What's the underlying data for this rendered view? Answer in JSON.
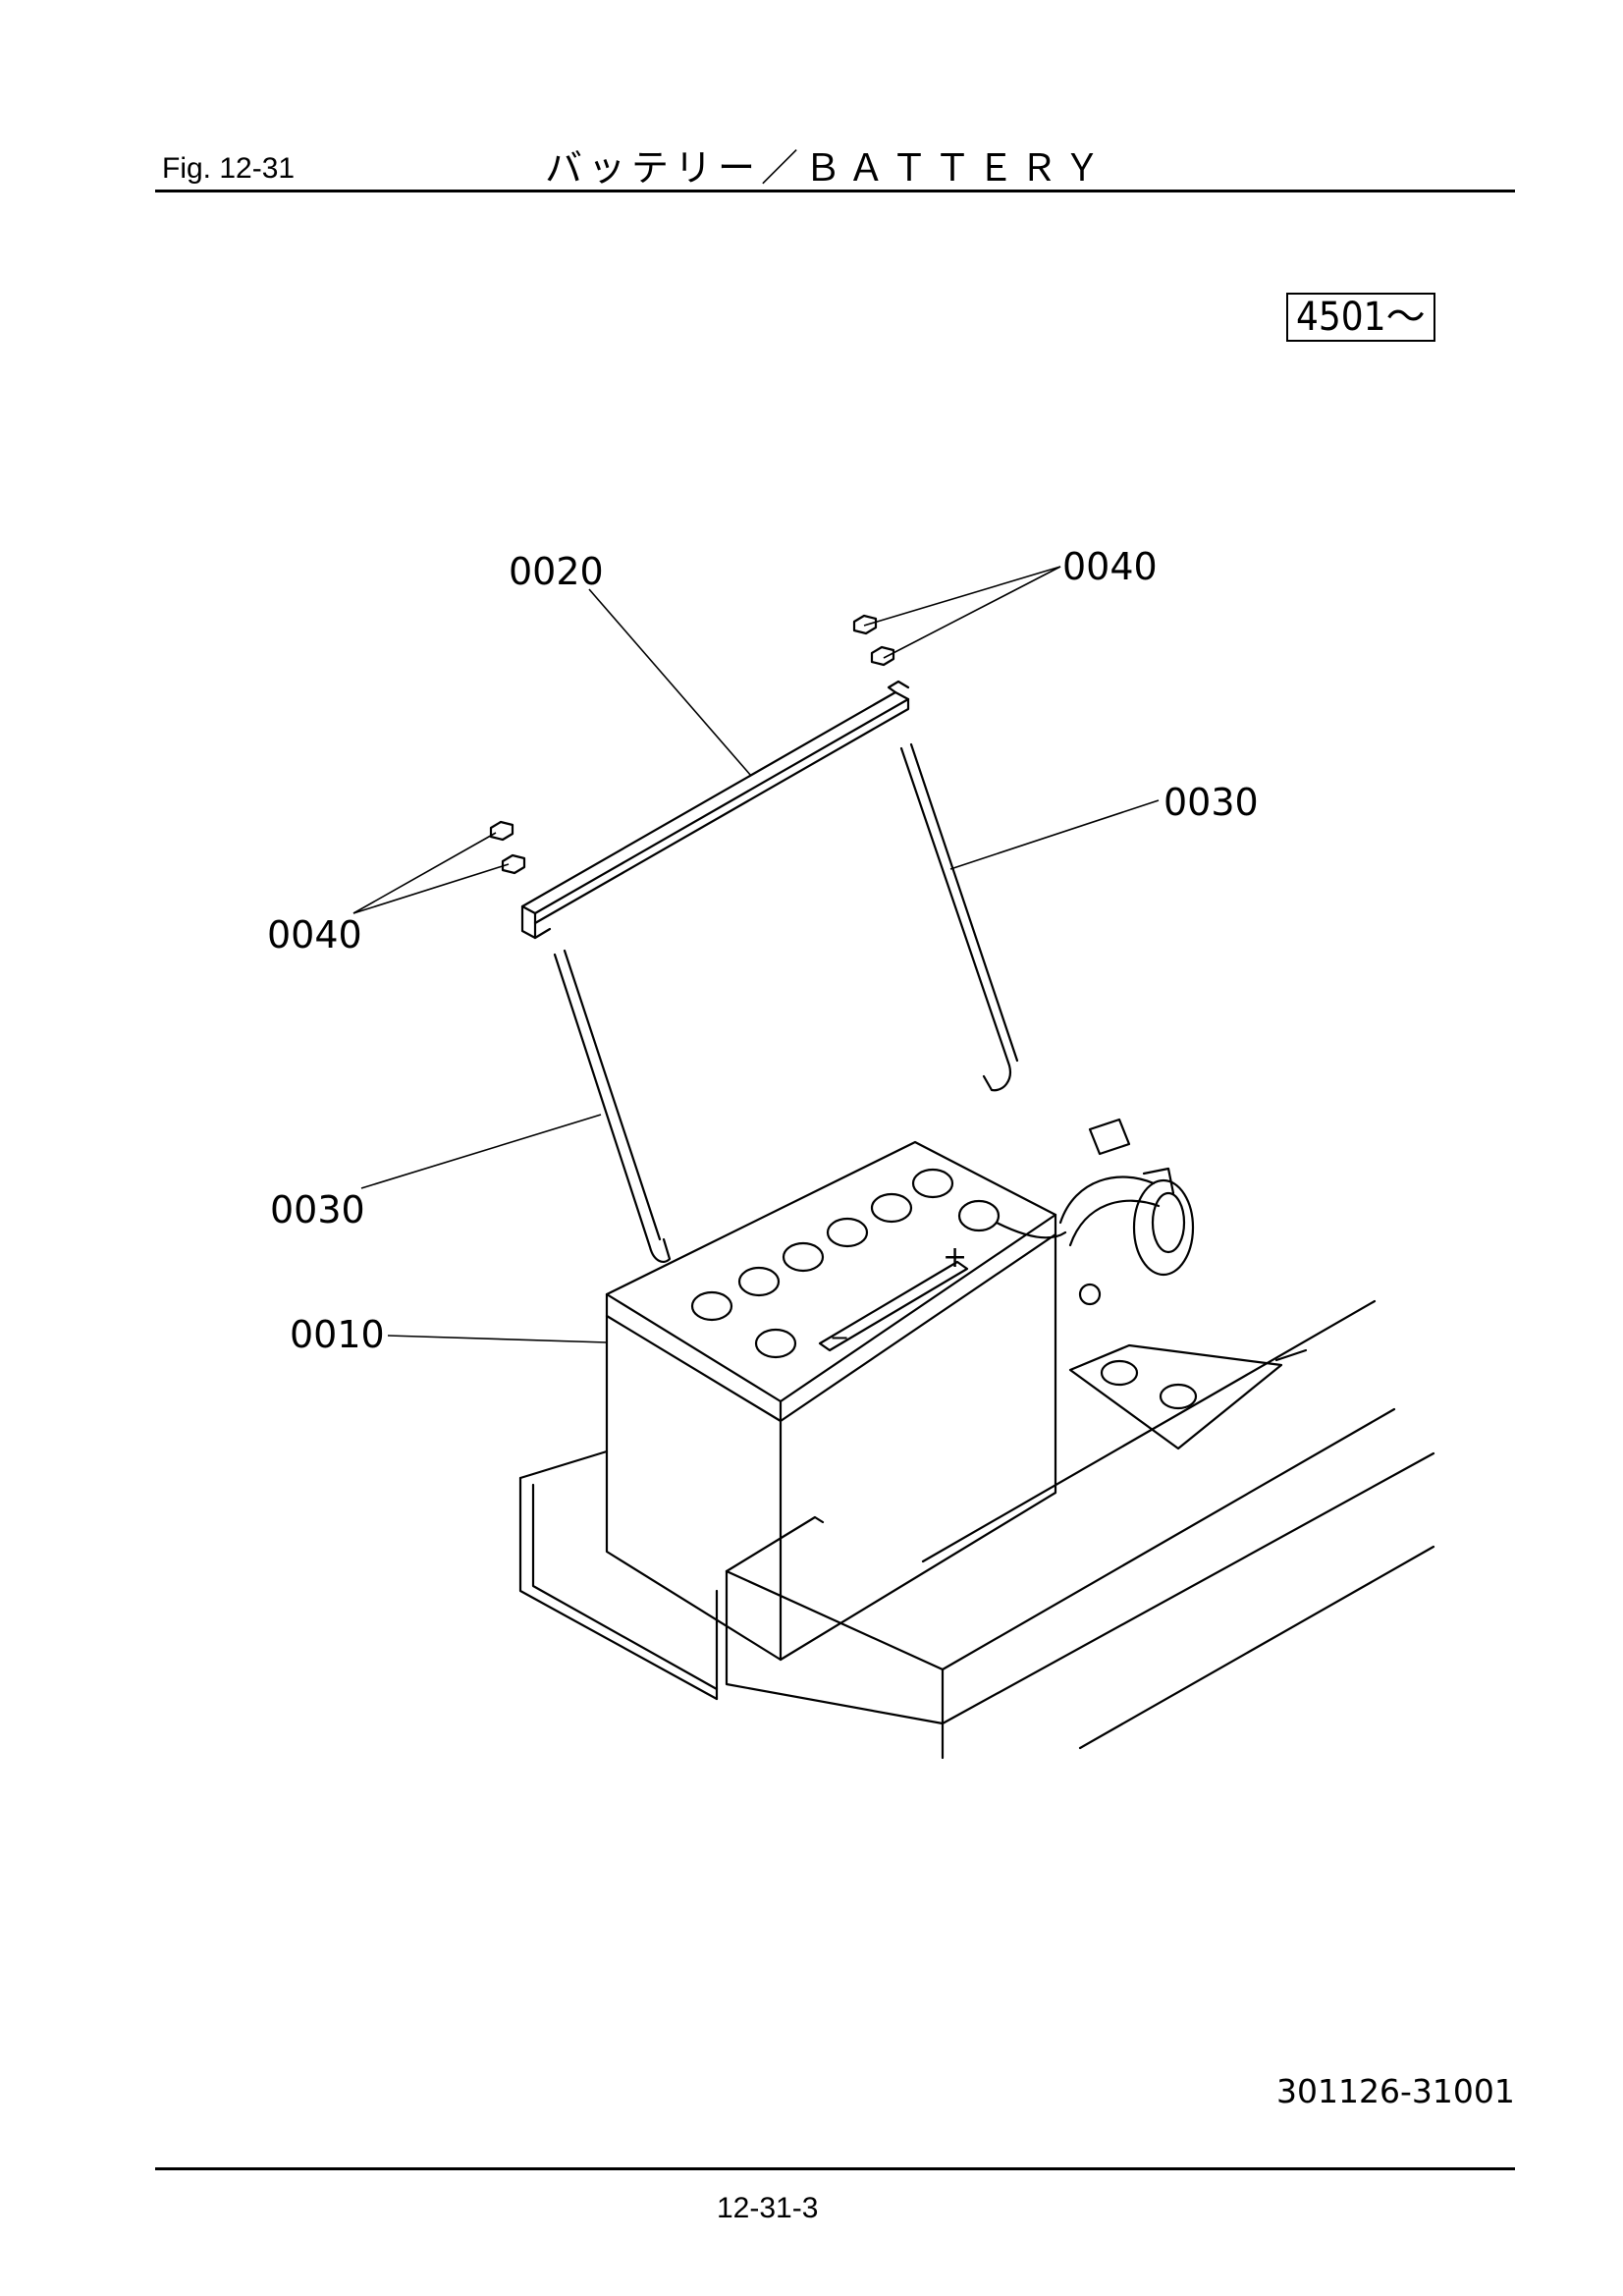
{
  "header": {
    "fig_label": "Fig.  12-31",
    "title": "バッテリー／ＢＡＴＴＥＲＹ"
  },
  "serial_range": "4501～",
  "callouts": [
    {
      "id": "c-0020",
      "text": "0020"
    },
    {
      "id": "c-0040-top",
      "text": "0040"
    },
    {
      "id": "c-0030-right",
      "text": "0030"
    },
    {
      "id": "c-0040-left",
      "text": "0040"
    },
    {
      "id": "c-0030-left",
      "text": "0030"
    },
    {
      "id": "c-0010",
      "text": "0010"
    }
  ],
  "footer": {
    "drawing_number": "301126-31001",
    "page_number": "12-31-3"
  }
}
